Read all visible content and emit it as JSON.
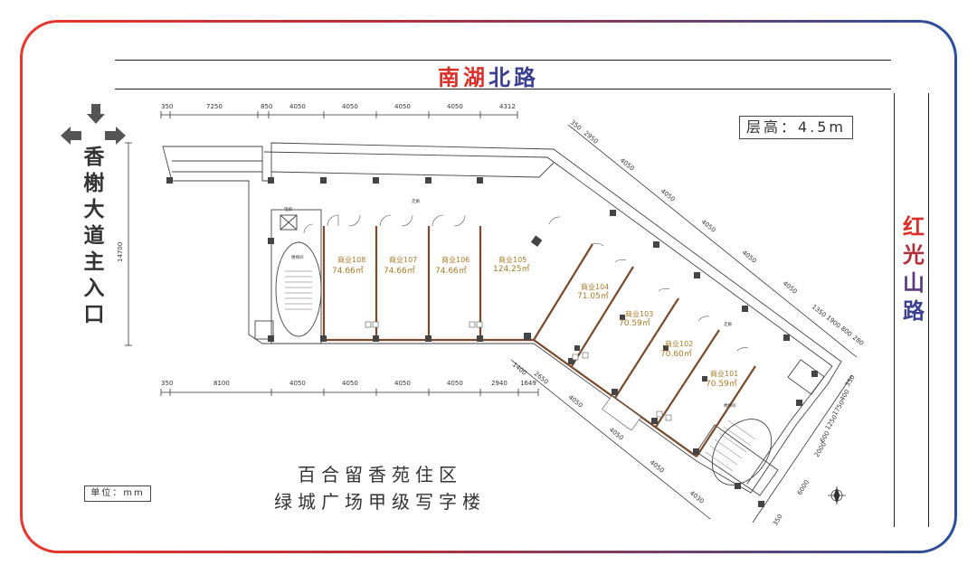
{
  "roads": {
    "north": {
      "part1": "南湖",
      "part2": "北路"
    },
    "east": [
      "红",
      "光",
      "山",
      "路"
    ],
    "west": [
      "香",
      "榭",
      "大",
      "道",
      "主",
      "入",
      "口"
    ]
  },
  "floor_height": "层高：4.5m",
  "unit_label": "单位：mm",
  "project_name": [
    "百合留香苑住区",
    "绿城广场甲级写字楼"
  ],
  "dimensions": {
    "top": [
      "350",
      "7250",
      "850",
      "4050",
      "4050",
      "4050",
      "4050",
      "4312"
    ],
    "bottom": [
      "350",
      "8100",
      "4050",
      "4050",
      "4050",
      "4050",
      "2940",
      "1649"
    ],
    "left": "14700",
    "diag_top": [
      "350",
      "2950",
      "4050",
      "4050",
      "4050",
      "4050",
      "4050",
      "1350",
      "1900",
      "800",
      "280"
    ],
    "diag_bottom": [
      "1400",
      "2650",
      "4050",
      "4050",
      "4050",
      "4030"
    ],
    "diag_right": [
      "350",
      "400",
      "1750",
      "1250",
      "600",
      "2000",
      "6000",
      "350"
    ]
  },
  "shops": [
    {
      "name": "商业108",
      "area": "74.66㎡"
    },
    {
      "name": "商业107",
      "area": "74.66㎡"
    },
    {
      "name": "商业106",
      "area": "74.66㎡"
    },
    {
      "name": "商业105",
      "area": "124.25㎡"
    },
    {
      "name": "商业104",
      "area": "71.05㎡"
    },
    {
      "name": "商业103",
      "area": "70.59㎡"
    },
    {
      "name": "商业102",
      "area": "70.60㎡"
    },
    {
      "name": "商业101",
      "area": "70.59㎡"
    }
  ],
  "small_labels": {
    "corridor": "走廊",
    "stair": "楼梯间",
    "elevator": "电梯"
  },
  "colors": {
    "road_red": "#d9312a",
    "road_blue": "#3a3f8f",
    "shop_text": "#a97a2a",
    "shop_wall": "#7a4a2a"
  }
}
